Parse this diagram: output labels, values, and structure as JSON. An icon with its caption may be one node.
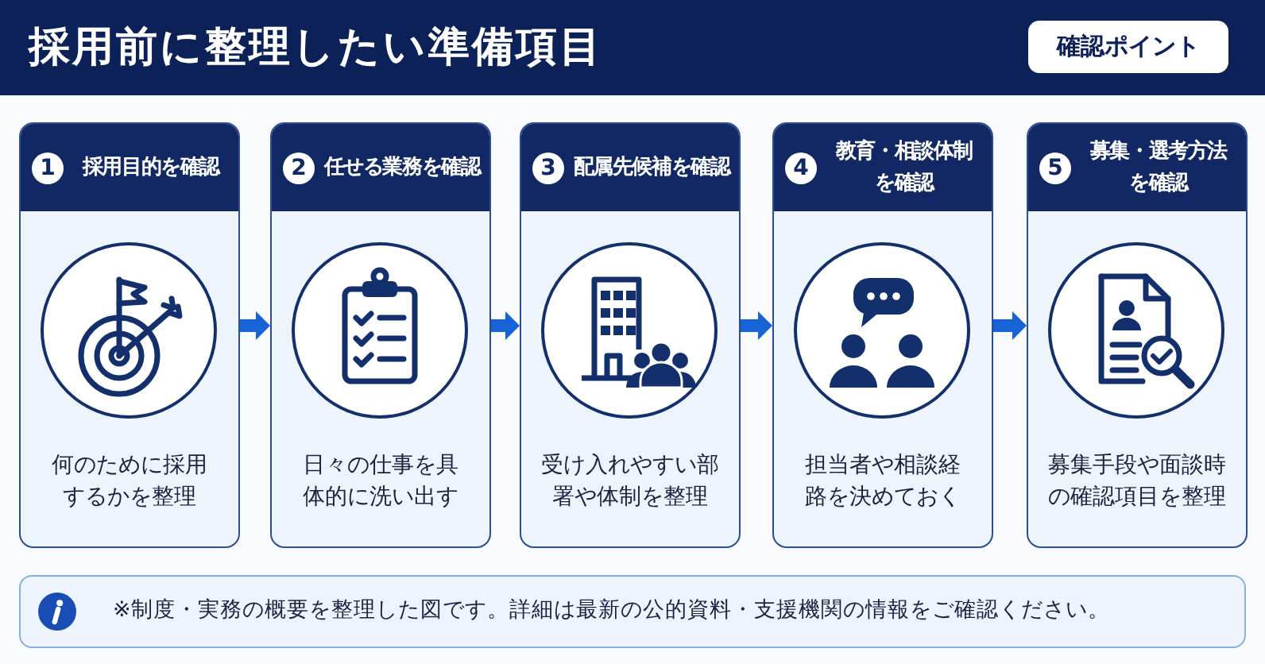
{
  "diagram": {
    "title": "採用前に整理したい準備項目",
    "nodes": [
      {
        "text": [
          "確認ポイント"
        ]
      },
      {
        "text": [
          "1",
          "採用目的を確認",
          "何のために採用するかを整理"
        ]
      },
      {
        "text": [
          "2",
          "任せる業務を確認",
          "日々の仕事を具体的に洗い出す"
        ]
      },
      {
        "text": [
          "3",
          "配属先候補を確認",
          "受け入れやすい部署や体制を整理"
        ]
      },
      {
        "text": [
          "4",
          "教育・相談体制を確認",
          "担当者や相談経路を決めておく"
        ]
      },
      {
        "text": [
          "5",
          "募集・選考方法を確認",
          "募集手段や面談時の確認項目を整理"
        ]
      },
      {
        "text": [
          "※制度・実務の概要を整理した図です。詳細は最新の公的資料・支援機関の情報をご確認ください。"
        ]
      }
    ],
    "edges": [
      {
        "from": 1,
        "to": 2,
        "arrow": "to"
      },
      {
        "from": 2,
        "to": 3,
        "arrow": "to"
      },
      {
        "from": 3,
        "to": 4,
        "arrow": "to"
      },
      {
        "from": 4,
        "to": 5,
        "arrow": "to"
      }
    ]
  }
}
